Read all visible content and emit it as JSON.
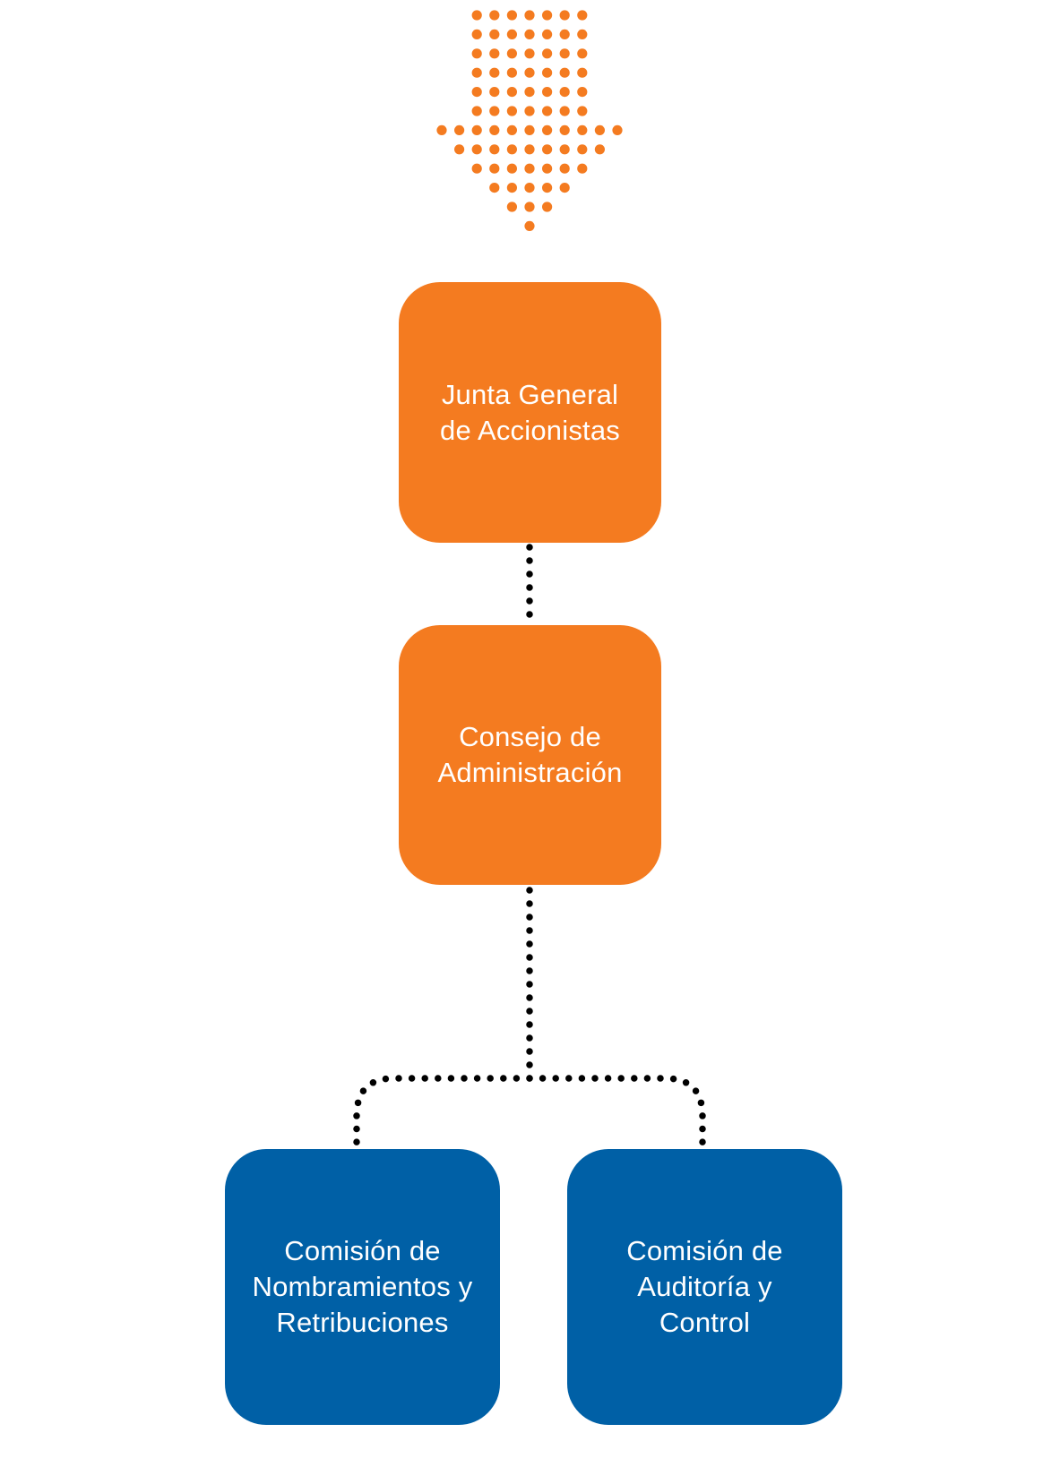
{
  "diagram": {
    "title": "",
    "colors": {
      "primary_orange": "#F47B20",
      "committee_blue": "#0060A6",
      "connector": "#000000",
      "label_text": "#FFFFFF",
      "arrow_dots": "#F47B20"
    },
    "arrow": {
      "icon": "dotted-down-arrow-icon",
      "dot_rows": [
        7,
        7,
        7,
        7,
        7,
        7,
        11,
        9,
        7,
        5,
        3,
        1
      ]
    },
    "nodes": [
      {
        "id": "junta",
        "label": "Junta General\nde Accionistas",
        "level": 1,
        "color": "#F47B20"
      },
      {
        "id": "consejo",
        "label": "Consejo de\nAdministración",
        "level": 2,
        "color": "#F47B20"
      },
      {
        "id": "nombramientos",
        "label": "Comisión de\nNombramientos y\nRetribuciones",
        "level": 3,
        "color": "#0060A6"
      },
      {
        "id": "auditoria",
        "label": "Comisión de\nAuditoría y\nControl",
        "level": 3,
        "color": "#0060A6"
      }
    ],
    "edges": [
      {
        "from": "junta",
        "to": "consejo",
        "style": "dotted"
      },
      {
        "from": "consejo",
        "to": "nombramientos",
        "style": "dotted"
      },
      {
        "from": "consejo",
        "to": "auditoria",
        "style": "dotted"
      }
    ]
  }
}
